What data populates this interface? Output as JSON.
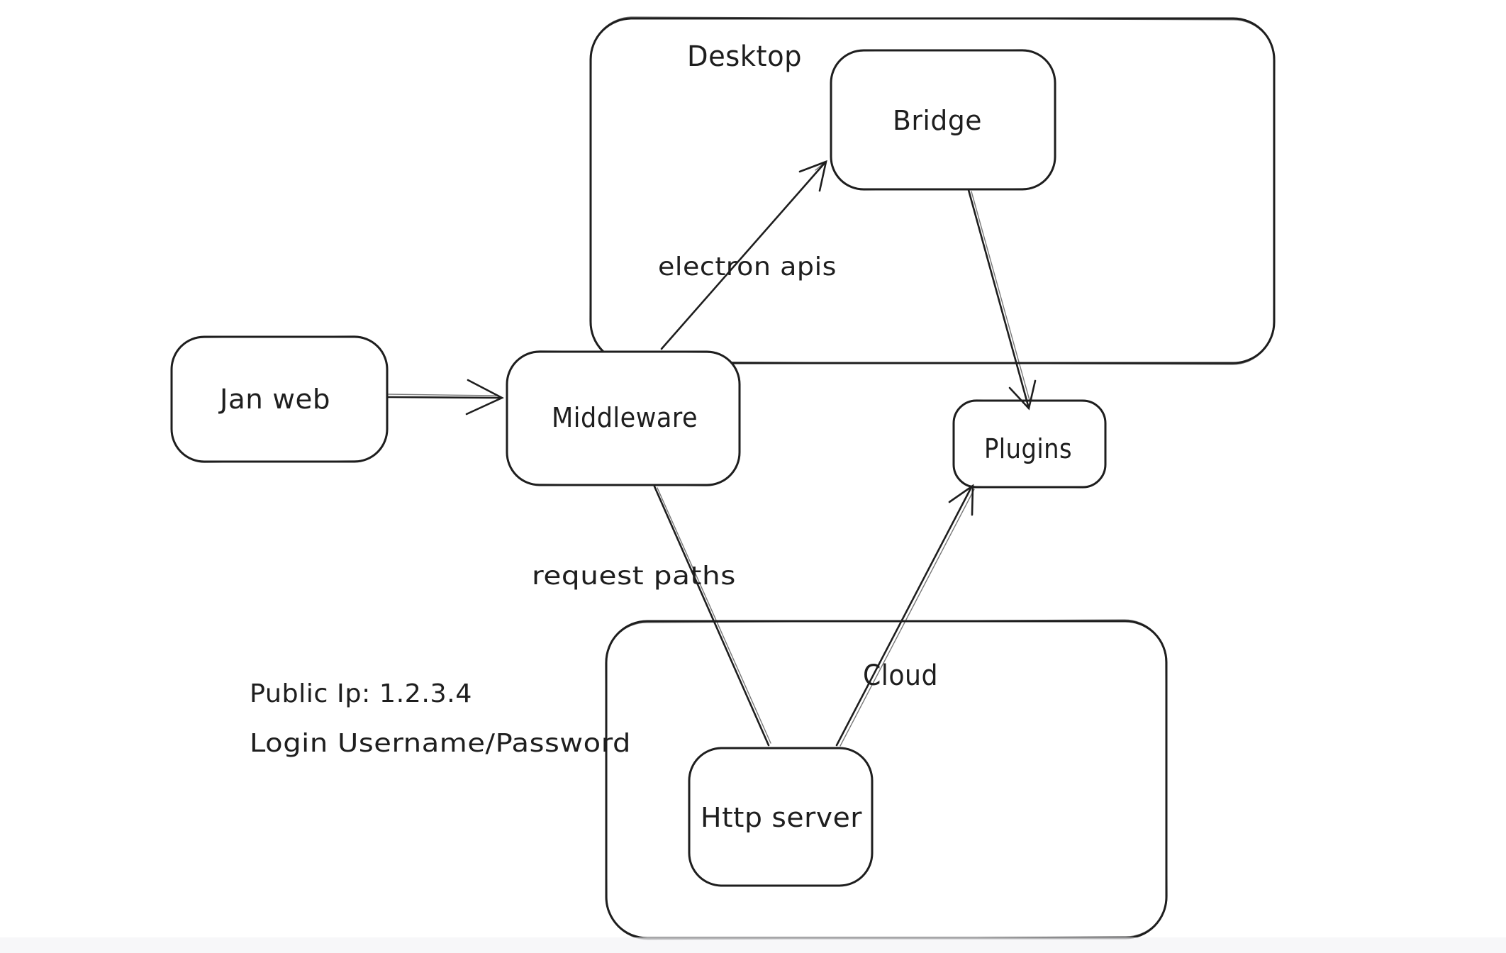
{
  "diagram": {
    "colors": {
      "stroke": "#1e1e1e",
      "background": "#ffffff"
    },
    "containers": {
      "desktop": {
        "label": "Desktop"
      },
      "cloud": {
        "label": "Cloud"
      }
    },
    "nodes": {
      "jan_web": {
        "label": "Jan web"
      },
      "middleware": {
        "label": "Middleware"
      },
      "bridge": {
        "label": "Bridge"
      },
      "plugins": {
        "label": "Plugins"
      },
      "http_server": {
        "label": "Http server"
      }
    },
    "edge_labels": {
      "electron_apis": "electron apis",
      "request_paths": "request paths"
    },
    "annotations": {
      "public_ip": "Public Ip: 1.2.3.4",
      "login": "Login Username/Password"
    }
  }
}
